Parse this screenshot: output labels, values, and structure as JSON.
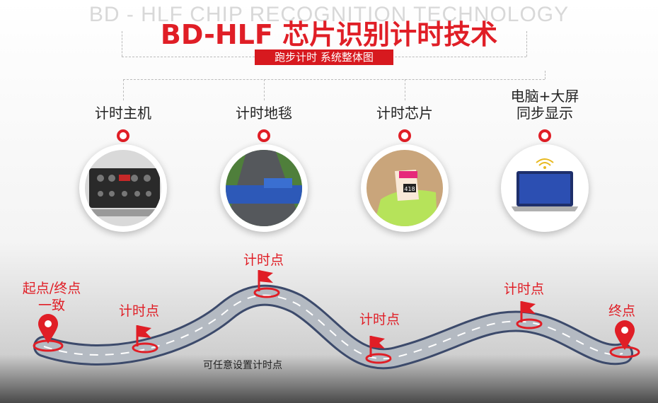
{
  "header": {
    "background_text": "BD - HLF CHIP  RECOGNITION TECHNOLOGY",
    "title": "BD-HLF 芯片识别计时技术",
    "subtitle": "跑步计时 系统整体图"
  },
  "components": [
    {
      "label": "计时主机",
      "icon": "timing-host-device"
    },
    {
      "label": "计时地毯",
      "icon": "timing-mat-road"
    },
    {
      "label": "计时芯片",
      "icon": "shoe-chip-bib"
    },
    {
      "label": "电脑+大屏\n同步显示",
      "icon": "laptop-wireless"
    }
  ],
  "route": {
    "start_label": "起点/终点\n一致",
    "points": [
      "计时点",
      "计时点",
      "计时点",
      "计时点"
    ],
    "end_label": "终点",
    "caption": "可任意设置计时点"
  },
  "colors": {
    "accent": "#e01e26",
    "road": "#9aa0a8",
    "road_edge": "#3c4a6b"
  }
}
